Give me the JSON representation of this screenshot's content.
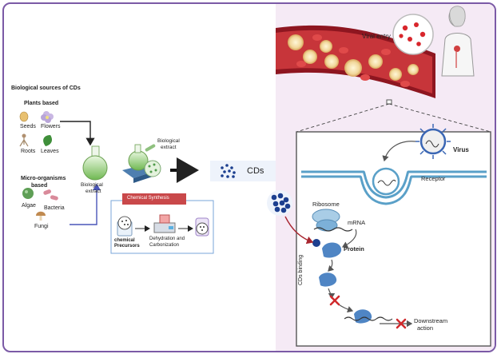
{
  "sources": {
    "title": "Biological sources of CDs",
    "plants": {
      "title": "Plants based",
      "items": [
        "Seeds",
        "Flowers",
        "Roots",
        "Leaves"
      ]
    },
    "micro": {
      "title_line1": "Micro-organisms",
      "title_line2": "based",
      "items": [
        "Algae",
        "Bacteria",
        "Fungi"
      ]
    }
  },
  "process": {
    "bio_extract_left_line1": "Biological",
    "bio_extract_left_line2": "extract",
    "bio_extract_right_line1": "Biological",
    "bio_extract_right_line2": "extract",
    "product": "CDs",
    "chemical": {
      "title": "Chemical Synthesis",
      "precursor_line1": "chemical",
      "precursor_line2": "Precursors",
      "step_line1": "Dehydration and",
      "step_line2": "Carbonization"
    }
  },
  "infection": {
    "viral_entry": "Viral entry",
    "virus": "Virus",
    "receptor": "Receptor",
    "ribosome": "Ribosome",
    "mrna": "mRNA",
    "protein": "Protein",
    "cds_binding": "CDs binding",
    "downstream_line1": "Downstream",
    "downstream_line2": "action"
  },
  "colors": {
    "frame": "#7b5aa6",
    "panel_bg": "#f5eaf5",
    "blood_red": "#b8232c",
    "cd_blue": "#1c3f8f",
    "protein_blue": "#4f85c4",
    "chem_red": "#c9484a",
    "inhibit_red": "#d0292c",
    "connector_blue": "#4a56b8"
  }
}
